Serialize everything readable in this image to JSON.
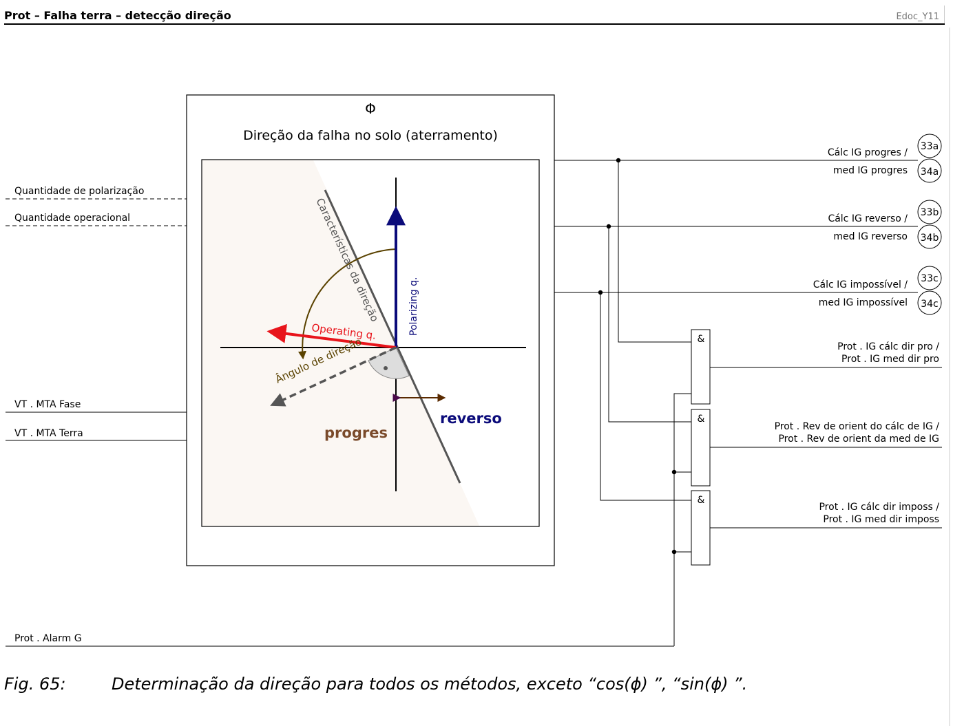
{
  "header": {
    "title": "Prot – Falha terra – detecção direção",
    "code": "Edoc_Y11"
  },
  "block": {
    "symbol": "Φ",
    "title": "Direção da falha no solo (aterramento)"
  },
  "graph": {
    "characteristic_label": "Características da direção",
    "polarizing_label": "Polarizing q.",
    "operating_label": "Operating q.",
    "angle_label": "Ângulo de direção",
    "forward_label": "progres",
    "reverse_label": "reverso"
  },
  "inputs": [
    "Quantidade de polarização",
    "Quantidade operacional",
    "VT . MTA Fase",
    "VT . MTA Terra",
    "Prot . Alarm G"
  ],
  "signals": [
    {
      "line1": "Cálc IG progres /",
      "line2": "med IG progres",
      "ref1": "33a",
      "ref2": "34a"
    },
    {
      "line1": "Cálc IG reverso /",
      "line2": "med IG reverso",
      "ref1": "33b",
      "ref2": "34b"
    },
    {
      "line1": "Cálc IG impossível /",
      "line2": "med IG impossível",
      "ref1": "33c",
      "ref2": "34c"
    }
  ],
  "gate_symbol": "&",
  "outputs": [
    {
      "line1": "Prot . IG cálc dir pro /",
      "line2": "Prot . IG med dir pro"
    },
    {
      "line1": "Prot . Rev de orient do cálc de IG /",
      "line2": "Prot . Rev de orient da med de IG"
    },
    {
      "line1": "Prot . IG cálc dir imposs /",
      "line2": "Prot . IG med dir imposs"
    }
  ],
  "caption": {
    "number": "Fig. 65:",
    "text": "Determinação da direção para todos os métodos, exceto “cos(ϕ) ”, “sin(ϕ) ”."
  },
  "colors": {
    "operating": "#e8141b",
    "polarizing": "#0b0b7a",
    "angle": "#5a4200",
    "forward": "#7a4a2a",
    "reverse": "#0b0b7a",
    "characteristic": "#555555",
    "forward_region": "#fbf7f3"
  }
}
